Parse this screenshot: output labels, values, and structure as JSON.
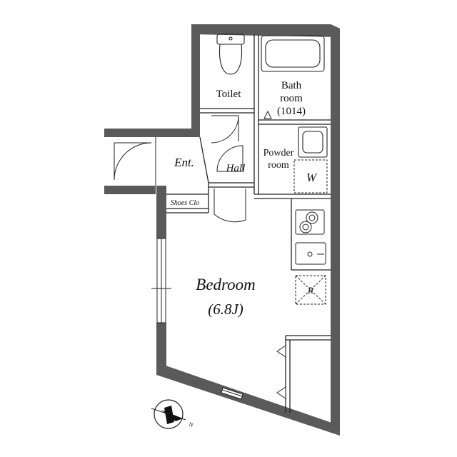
{
  "plan": {
    "rooms": {
      "toilet": "Toilet",
      "bath_line1": "Bath",
      "bath_line2": "room",
      "bath_line3": "(1014)",
      "powder_line1": "Powder",
      "powder_line2": "room",
      "washer": "W",
      "entrance": "Ent.",
      "hall": "Hall",
      "shoes": "Shoes Clo",
      "bedroom": "Bedroom",
      "bedroom_size": "(6.8J)",
      "fridge": "R"
    },
    "compass": {
      "label": "N"
    },
    "colors": {
      "wall": "#5a5a5a",
      "line": "#222222",
      "fixture": "#444444"
    }
  }
}
